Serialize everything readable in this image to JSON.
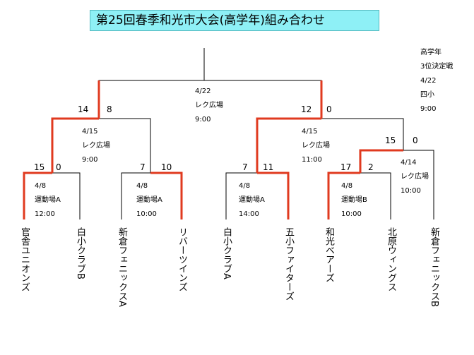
{
  "title": "第25回春季和光市大会(高学年)組み合わせ",
  "third_place": [
    "高学年",
    "3位決定戦",
    "4/22",
    "四小",
    "9:00"
  ],
  "teams": [
    "官舎ユニオンズ",
    "白小クラブB",
    "新倉フェニックスA",
    "リバーツインズ",
    "白小クラブA",
    "五小ファイターズ",
    "和光ベアーズ",
    "北原ウィングス",
    "新倉フェニックスB"
  ],
  "matches": [
    {
      "id": "m1",
      "scores": [
        "15",
        "0"
      ],
      "info": [
        "4/8",
        "運動場A",
        "12:00"
      ]
    },
    {
      "id": "m2",
      "scores": [
        "7",
        "10"
      ],
      "info": [
        "4/8",
        "運動場A",
        "10:00"
      ]
    },
    {
      "id": "m3",
      "scores": [
        "7",
        "11"
      ],
      "info": [
        "4/8",
        "運動場A",
        "14:00"
      ]
    },
    {
      "id": "m4",
      "scores": [
        "17",
        "2"
      ],
      "info": [
        "4/8",
        "運動場B",
        "10:00"
      ]
    },
    {
      "id": "m5",
      "scores": [
        "15",
        "0"
      ],
      "info": [
        "4/14",
        "レク広場",
        "10:00"
      ]
    },
    {
      "id": "sf1",
      "scores": [
        "14",
        "8"
      ],
      "info": [
        "4/15",
        "レク広場",
        "9:00"
      ]
    },
    {
      "id": "sf2",
      "scores": [
        "12",
        "0"
      ],
      "info": [
        "4/15",
        "レク広場",
        "11:00"
      ]
    },
    {
      "id": "final",
      "scores": [],
      "info": [
        "4/22",
        "レク広場",
        "9:00"
      ]
    }
  ],
  "colors": {
    "winner_line": "#e03a1f",
    "line": "#000000",
    "title_bg": "#8ef0f6"
  }
}
